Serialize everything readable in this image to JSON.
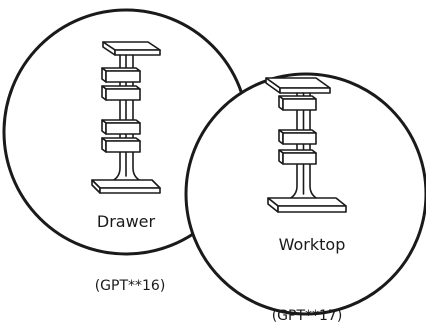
{
  "figure": {
    "stroke_color": "#1a1a1a",
    "fill_color": "#ffffff"
  },
  "panels": [
    {
      "label": "Drawer",
      "code": "(GPT**16)",
      "icon": "drawer-pedestal-illustration"
    },
    {
      "label": "Worktop",
      "code": "(GPT**17)",
      "icon": "worktop-pedestal-illustration"
    }
  ]
}
